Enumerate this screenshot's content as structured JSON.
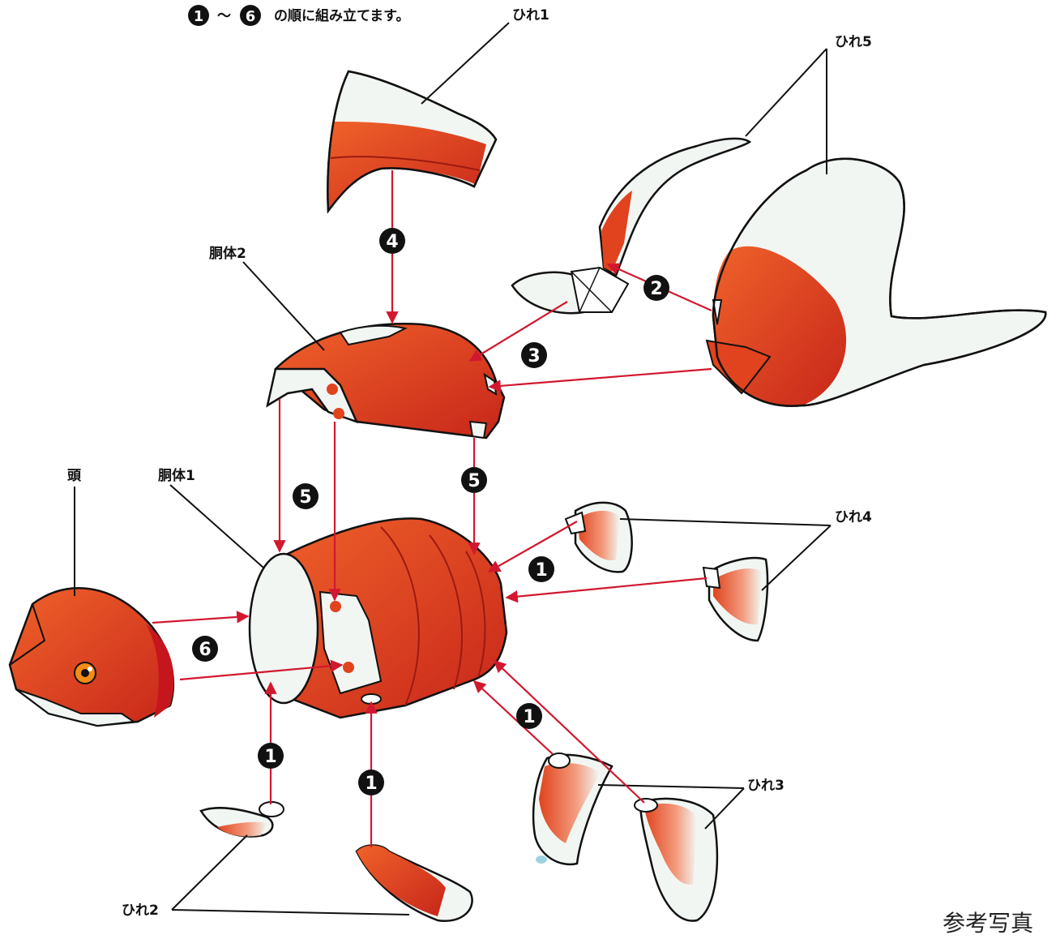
{
  "instruction": {
    "start_step": "1",
    "tilde": "〜",
    "end_step": "6",
    "text": "の順に組み立てます。"
  },
  "parts": {
    "fin1": "ひれ1",
    "fin2": "ひれ2",
    "fin3": "ひれ3",
    "fin4": "ひれ4",
    "fin5": "ひれ5",
    "body1": "胴体1",
    "body2": "胴体2",
    "head": "頭"
  },
  "steps": {
    "s1": "1",
    "s2": "2",
    "s3": "3",
    "s4": "4",
    "s5": "5",
    "s6": "6"
  },
  "footer": {
    "note": "参考写真"
  },
  "colors": {
    "orange": "#e0431e",
    "red_dark": "#c4161c",
    "white_part": "#f2f6f3",
    "arrow": "#d2182f",
    "step_badge": "#111111"
  }
}
